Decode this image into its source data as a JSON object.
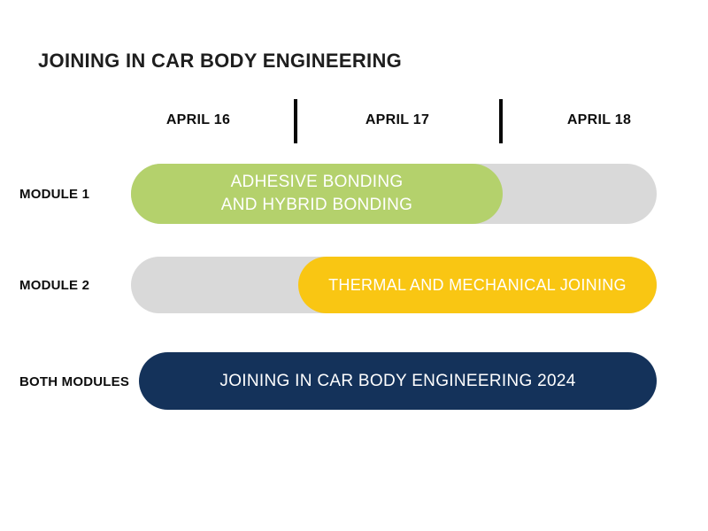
{
  "title": "JOINING IN CAR BODY ENGINEERING",
  "header": {
    "dates": [
      "APRIL 16",
      "APRIL 17",
      "APRIL 18"
    ]
  },
  "rows": [
    {
      "label": "MODULE 1",
      "line1": "ADHESIVE BONDING",
      "line2": "AND HYBRID BONDING"
    },
    {
      "label": "MODULE 2",
      "text": "THERMAL AND MECHANICAL JOINING"
    },
    {
      "label": "BOTH MODULES",
      "text": "JOINING IN CAR BODY ENGINEERING 2024"
    }
  ],
  "colors": {
    "background": "#ffffff",
    "title_text": "#1e1e1e",
    "label_text": "#0d0d0d",
    "divider": "#070707",
    "track_gray": "#d9d9d9",
    "module1_green": "#b4d16c",
    "module2_yellow": "#f9c613",
    "both_navy": "#14325a",
    "bar_text": "#ffffff"
  },
  "chart_data": {
    "type": "bar",
    "subtype": "gantt-schedule",
    "title": "JOINING IN CAR BODY ENGINEERING",
    "x_categories": [
      "APRIL 16",
      "APRIL 17",
      "APRIL 18"
    ],
    "x_unit": "day",
    "grid": false,
    "legend": null,
    "rows": [
      {
        "label": "MODULE 1",
        "bar_label": "ADHESIVE BONDING AND HYBRID BONDING",
        "start_day_index": 0,
        "end_day_index": 2,
        "bar_color": "#b4d16c",
        "track_color": "#d9d9d9"
      },
      {
        "label": "MODULE 2",
        "bar_label": "THERMAL AND MECHANICAL JOINING",
        "start_day_index": 1,
        "end_day_index": 3,
        "bar_color": "#f9c613",
        "track_color": "#d9d9d9"
      },
      {
        "label": "BOTH MODULES",
        "bar_label": "JOINING IN CAR BODY ENGINEERING 2024",
        "start_day_index": 0,
        "end_day_index": 3,
        "bar_color": "#14325a",
        "track_color": null
      }
    ]
  }
}
